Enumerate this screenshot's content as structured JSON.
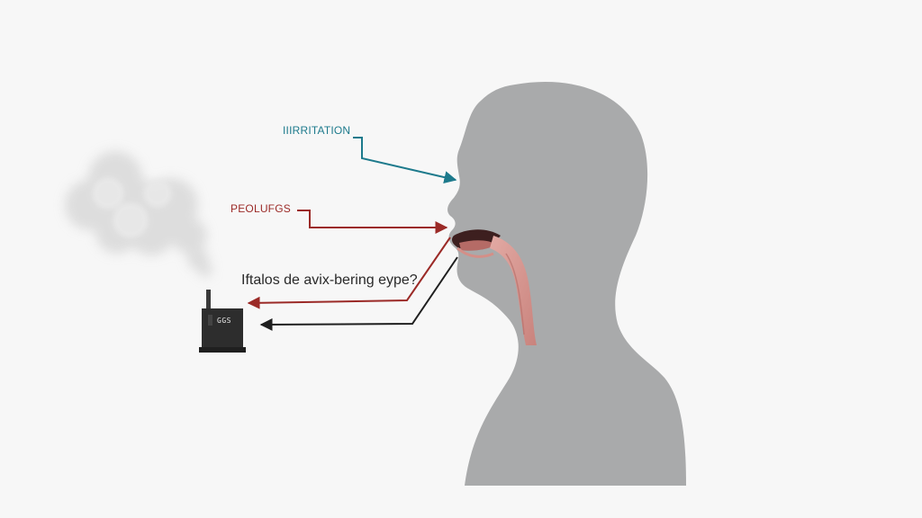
{
  "labels": {
    "irritation": "IIIRRITATION",
    "pollutants": "PEOLUFGS",
    "question": "Iftalos de avix-bering eype?"
  },
  "device": {
    "label": "GGS"
  },
  "colors": {
    "background": "#f7f7f7",
    "silhouette": "#a9aaab",
    "irritation_arrow": "#1d7a8c",
    "pollutant_arrow": "#9b2a27",
    "exhale_arrow": "#1f1f1f",
    "throat": "#d99a95",
    "device": "#2d2d2d",
    "smoke": "#d8d8d8",
    "text": "#2a2a2a"
  },
  "icons": {
    "head": "human-head-profile-icon",
    "smoke": "smoke-cloud-icon",
    "device": "smoke-device-icon"
  }
}
